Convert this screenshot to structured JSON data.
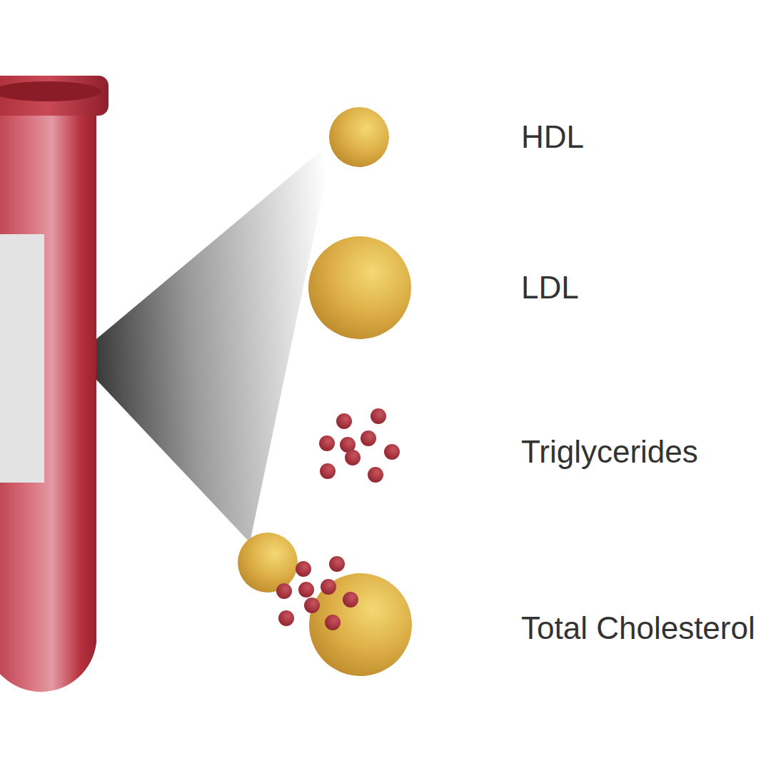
{
  "diagram": {
    "labels": [
      "HDL",
      "LDL",
      "Triglycerides",
      "Total Cholesterol"
    ]
  }
}
